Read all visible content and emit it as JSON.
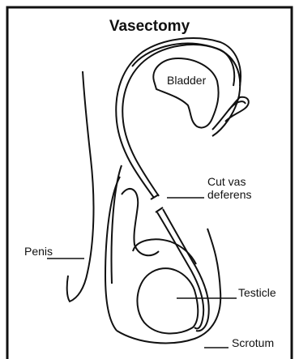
{
  "title": "Vasectomy",
  "labels": {
    "bladder": "Bladder",
    "cut_vas_line1": "Cut vas",
    "cut_vas_line2": "deferens",
    "penis": "Penis",
    "testicle": "Testicle",
    "scrotum": "Scrotum"
  },
  "colors": {
    "stroke": "#111111",
    "background": "#ffffff"
  }
}
